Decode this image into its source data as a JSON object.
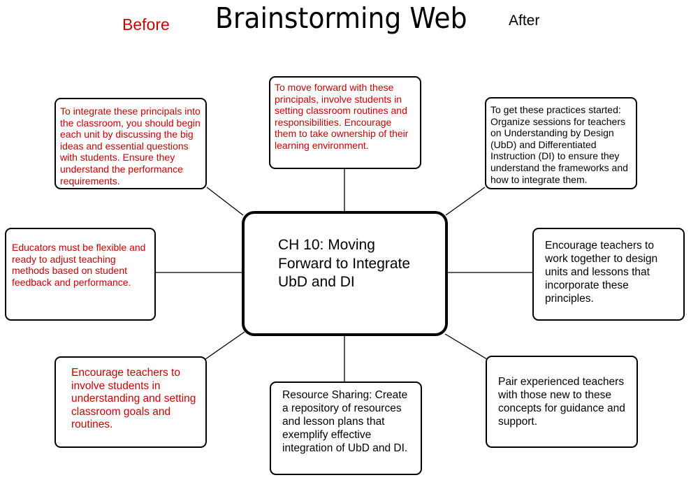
{
  "header": {
    "before_label": "Before",
    "title": "Brainstorming Web",
    "after_label": "After"
  },
  "center": {
    "text": "CH 10: Moving Forward to Integrate UbD and DI"
  },
  "nodes": {
    "top_left": "To integrate these principals into the classroom, you should begin each unit by discussing the big ideas and essential questions with students. Ensure they understand the performance requirements.",
    "top_center": "To move forward with these principals, involve students in setting classroom routines and responsibilities. Encourage them to take ownership of their learning environment.",
    "top_right": "To get these practices started: Organize sessions for teachers on Understanding by Design (UbD) and Differentiated Instruction (DI) to ensure they understand the frameworks and how to integrate them.",
    "middle_left": "Educators must be flexible and ready to adjust teaching methods based on student feedback and performance.",
    "middle_right": "Encourage teachers to work together to design units and lessons that incorporate these principles.",
    "bottom_left": "Encourage teachers to involve students in understanding and setting classroom goals and routines.",
    "bottom_center": "Resource Sharing: Create a repository of resources and lesson plans that exemplify effective integration of UbD and DI.",
    "bottom_right": "Pair experienced teachers with those new to these concepts for guidance and support."
  },
  "colors": {
    "before_text": "#cc0000",
    "after_text": "#000000",
    "border": "#000000"
  }
}
